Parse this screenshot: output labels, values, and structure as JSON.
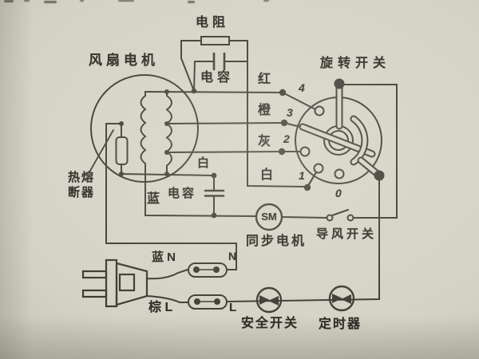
{
  "colors": {
    "paper": "#d5d3c5",
    "line": "#3c3b33",
    "text": "#2c2b24"
  },
  "labels": {
    "resistor": "电阻",
    "fan_motor": "风扇电机",
    "cap_top": "电容",
    "rotary_switch": "旋转开关",
    "wire_red": "红",
    "wire_orange": "橙",
    "wire_gray": "灰",
    "wire_white": "白",
    "wire_white_inner": "白",
    "fuse_l1": "热熔",
    "fuse_l2": "断器",
    "wire_blue": "蓝",
    "cap_bottom": "电容",
    "sm": "SM",
    "sync_motor": "同步电机",
    "louver_switch": "导风开关",
    "t4": "4",
    "t3": "3",
    "t2": "2",
    "t1": "1",
    "t0": "0",
    "plug_blue": "蓝 N",
    "n_mark": "N",
    "plug_brown": "棕 L",
    "l_mark": "L",
    "safety_switch": "安全开关",
    "timer": "定时器"
  }
}
